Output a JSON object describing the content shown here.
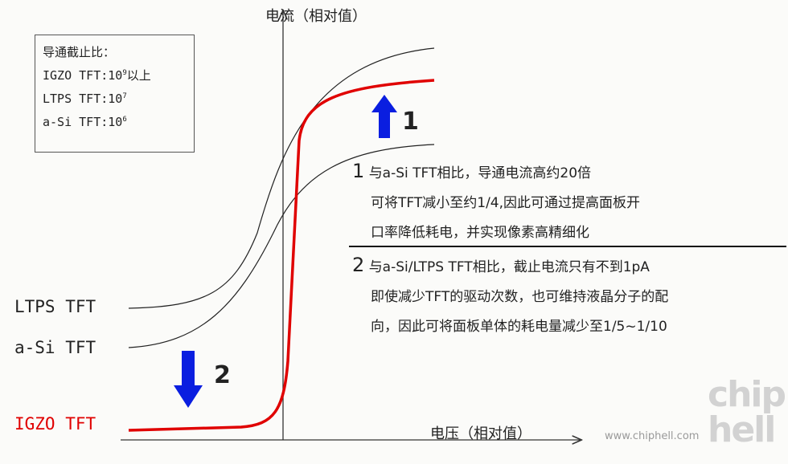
{
  "axes": {
    "y_label": "电流（相对值）",
    "x_label": "电压（相对值）"
  },
  "legend_box": {
    "title": "导通截止比：",
    "rows": [
      {
        "name": "IGZO TFT:10",
        "exp": "9",
        "suffix": "以上"
      },
      {
        "name": "LTPS TFT:10",
        "exp": "7",
        "suffix": ""
      },
      {
        "name": "a-Si TFT:10",
        "exp": "6",
        "suffix": ""
      }
    ]
  },
  "curves": [
    {
      "label": "LTPS TFT",
      "color": "#222222"
    },
    {
      "label": "a-Si TFT",
      "color": "#222222"
    },
    {
      "label": "IGZO TFT",
      "color": "#e00000"
    }
  ],
  "arrows": [
    {
      "number": "1",
      "direction": "up",
      "color": "#0a1ee0"
    },
    {
      "number": "2",
      "direction": "down",
      "color": "#0a1ee0"
    }
  ],
  "notes": [
    {
      "number": "1",
      "lines": [
        "与a-Si TFT相比，导通电流高约20倍",
        "可将TFT减小至约1/4,因此可通过提高面板开",
        "口率降低耗电，并实现像素高精细化"
      ]
    },
    {
      "number": "2",
      "lines": [
        "与a-Si/LTPS TFT相比，截止电流只有不到1pA",
        "即使减少TFT的驱动次数，也可维持液晶分子的配",
        "向，因此可将面板单体的耗电量减少至1/5~1/10"
      ]
    }
  ],
  "watermark": {
    "url": "www.chiphell.com",
    "logo": "chip hell"
  }
}
